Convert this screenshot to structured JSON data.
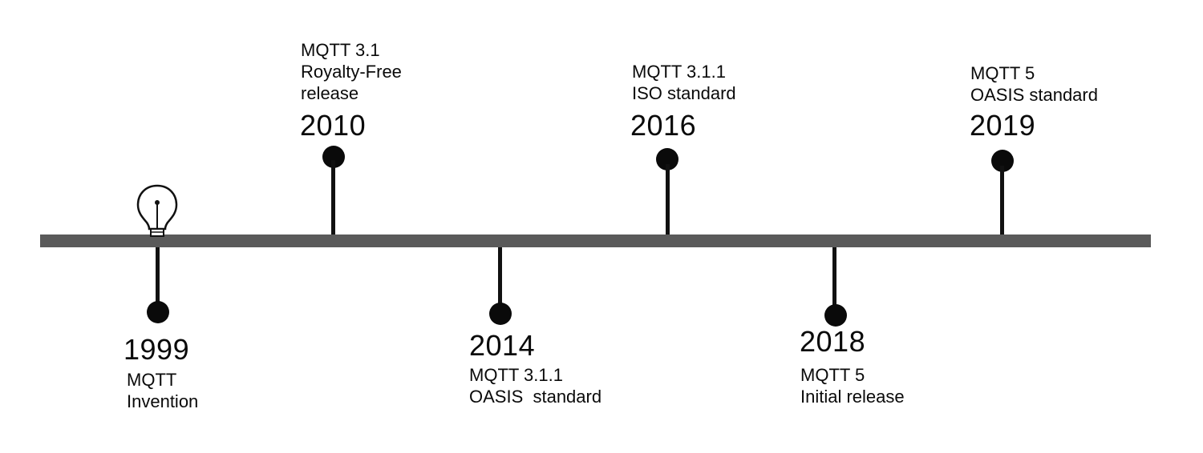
{
  "timeline": {
    "events": [
      {
        "year": "1999",
        "lines": [
          "MQTT",
          "Invention"
        ],
        "icon": "lightbulb-icon"
      },
      {
        "year": "2010",
        "lines": [
          "MQTT 3.1",
          "Royalty-Free",
          "release"
        ]
      },
      {
        "year": "2014",
        "lines": [
          "MQTT 3.1.1",
          "OASIS  standard"
        ]
      },
      {
        "year": "2016",
        "lines": [
          "MQTT 3.1.1",
          "ISO standard"
        ]
      },
      {
        "year": "2018",
        "lines": [
          "MQTT 5",
          "Initial release"
        ]
      },
      {
        "year": "2019",
        "lines": [
          "MQTT 5",
          "OASIS standard"
        ]
      }
    ],
    "colors": {
      "axis": "#5a5a5a",
      "marker": "#0a0a0a"
    }
  }
}
